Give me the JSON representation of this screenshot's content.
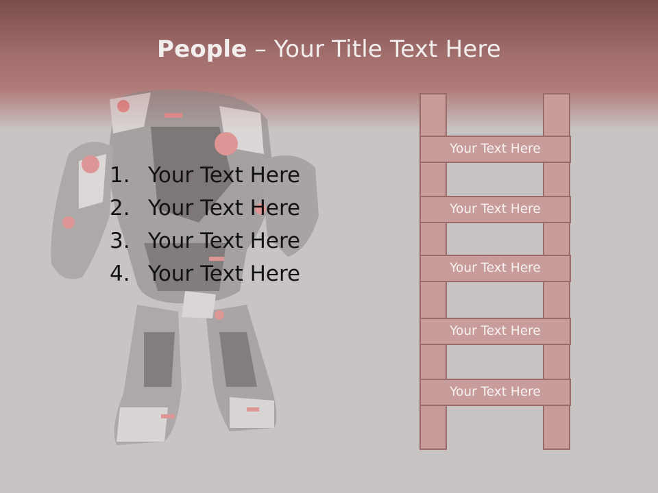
{
  "slide": {
    "title_bold": "People",
    "title_rest": " – Your Title Text Here",
    "list": [
      {
        "number": "1.",
        "text": "Your Text Here"
      },
      {
        "number": "2.",
        "text": "Your Text Here"
      },
      {
        "number": "3.",
        "text": "Your Text Here"
      },
      {
        "number": "4.",
        "text": "Your Text Here"
      }
    ],
    "ladder_steps": [
      "Your Text Here",
      "Your Text Here",
      "Your Text Here",
      "Your Text Here",
      "Your Text Here"
    ],
    "colors": {
      "header": "#a3706e",
      "background": "#c8c4c3",
      "ladder_fill": "#c89c9b",
      "ladder_border": "#9a6a69",
      "robot_accent": "#f07070"
    }
  }
}
